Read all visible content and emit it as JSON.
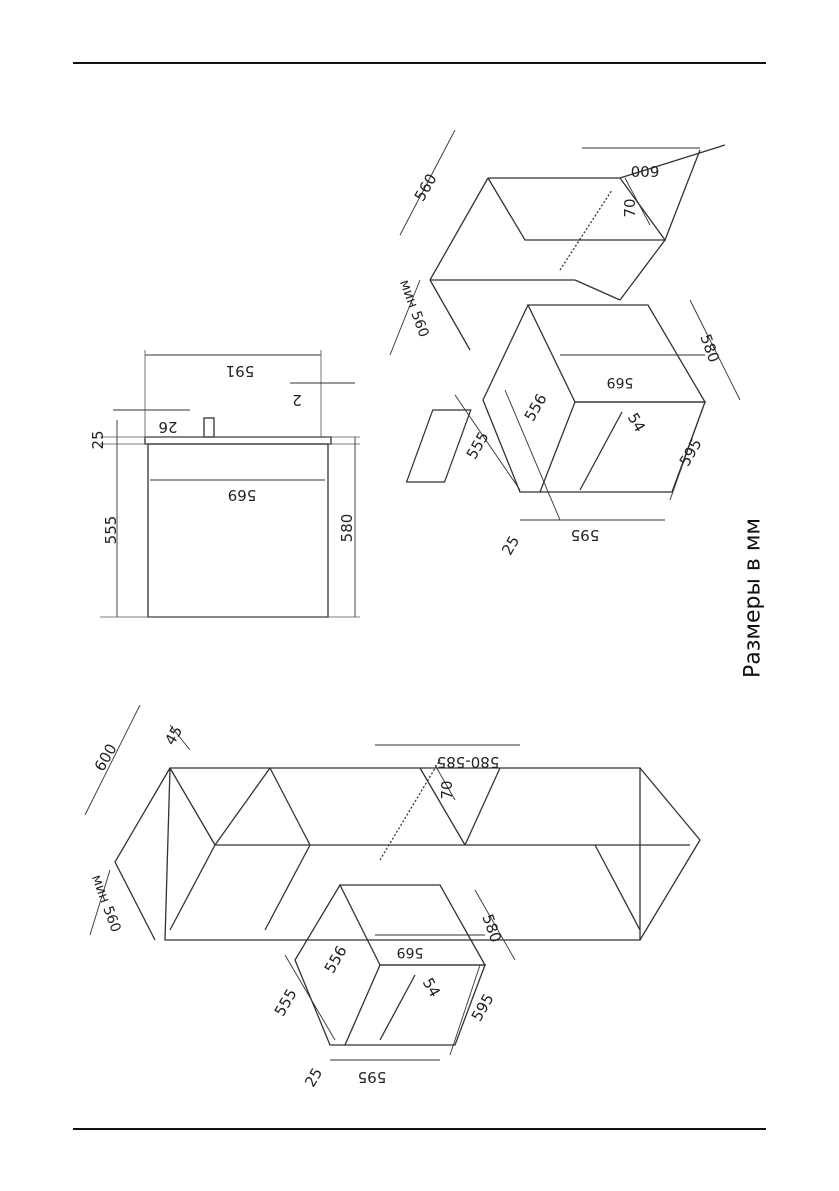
{
  "caption": "Размеры в мм",
  "side_view": {
    "d_591": "591",
    "d_26": "26",
    "d_2": "2",
    "d_25": "25",
    "d_569": "569",
    "d_555": "555",
    "d_580": "580"
  },
  "iso_top": {
    "d_600": "600",
    "d_560": "560",
    "d_70": "70",
    "d_min560": "мин 560",
    "d_580": "580",
    "d_569": "569",
    "d_556": "556",
    "d_54": "54",
    "d_555": "555",
    "d_595a": "595",
    "d_595b": "595",
    "d_25": "25"
  },
  "iso_bottom": {
    "d_600": "600",
    "d_45": "45",
    "d_580_585": "580-585",
    "d_70": "70",
    "d_min560": "мин 560",
    "d_580": "580",
    "d_569": "569",
    "d_556": "556",
    "d_54": "54",
    "d_555": "555",
    "d_595a": "595",
    "d_595b": "595",
    "d_25": "25"
  }
}
